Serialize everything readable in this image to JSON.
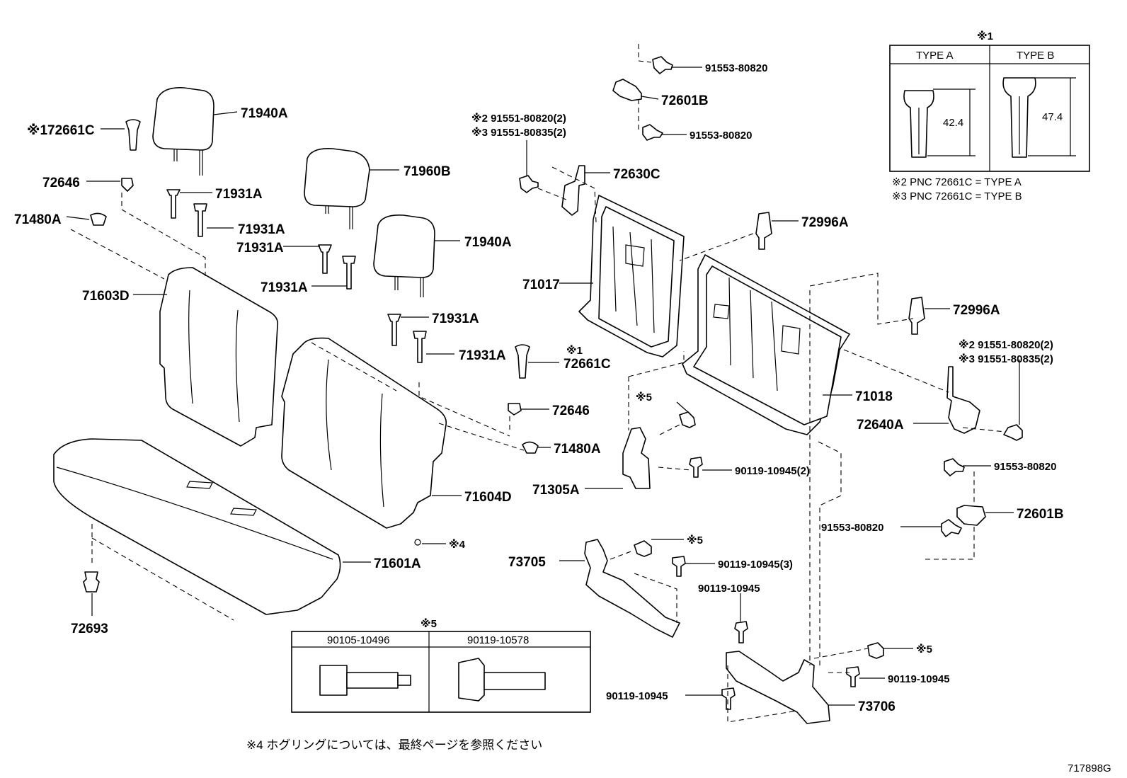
{
  "drawing_id": "717898G",
  "labels": {
    "p72661C_top": "※172661C",
    "p71940A_left": "71940A",
    "p72646_left": "72646",
    "p71931A_1": "71931A",
    "p71480A_left": "71480A",
    "p71931A_2": "71931A",
    "p71960B": "71960B",
    "p71931A_3": "71931A",
    "p71931A_4": "71931A",
    "p71940A_mid": "71940A",
    "p71603D": "71603D",
    "p71931A_5": "71931A",
    "p71931A_6": "71931A",
    "p72661C_mid": "72661C",
    "p72661C_mid_mark": "※1",
    "p72646_mid": "72646",
    "p71480A_mid": "71480A",
    "p71604D": "71604D",
    "p71601A": "71601A",
    "p4_mark": "※4",
    "p72693": "72693",
    "p91553_a": "91553-80820",
    "p72601B_top": "72601B",
    "p91553_b": "91553-80820",
    "p91551_note1": "※2 91551-80820(2)",
    "p91551_note2": "※3 91551-80835(2)",
    "p72630C": "72630C",
    "p72996A_top": "72996A",
    "p71017": "71017",
    "p72996A_right": "72996A",
    "p91551_note3": "※2 91551-80820(2)",
    "p91551_note4": "※3 91551-80835(2)",
    "p71018": "71018",
    "p5_mark_a": "※5",
    "p72640A": "72640A",
    "p90119_2": "90119-10945(2)",
    "p71305A": "71305A",
    "p91553_c": "91553-80820",
    "p72601B_right": "72601B",
    "p91553_d": "91553-80820",
    "p73705": "73705",
    "p5_mark_b": "※5",
    "p90119_3": "90119-10945(3)",
    "p90119_e": "90119-10945",
    "p5_mark_c": "※5",
    "p90119_f": "90119-10945",
    "p90119_g": "90119-10945",
    "p73706": "73706"
  },
  "type_table": {
    "mark": "※1",
    "col_a": "TYPE A",
    "col_b": "TYPE B",
    "dim_a": "42.4",
    "dim_b": "47.4",
    "note_a": "※2 PNC 72661C = TYPE A",
    "note_b": "※3 PNC 72661C = TYPE B"
  },
  "bolt_table": {
    "mark": "※5",
    "col_a": "90105-10496",
    "col_b": "90119-10578"
  },
  "footnote": "※4 ホグリングについては、最終ページを参照ください"
}
